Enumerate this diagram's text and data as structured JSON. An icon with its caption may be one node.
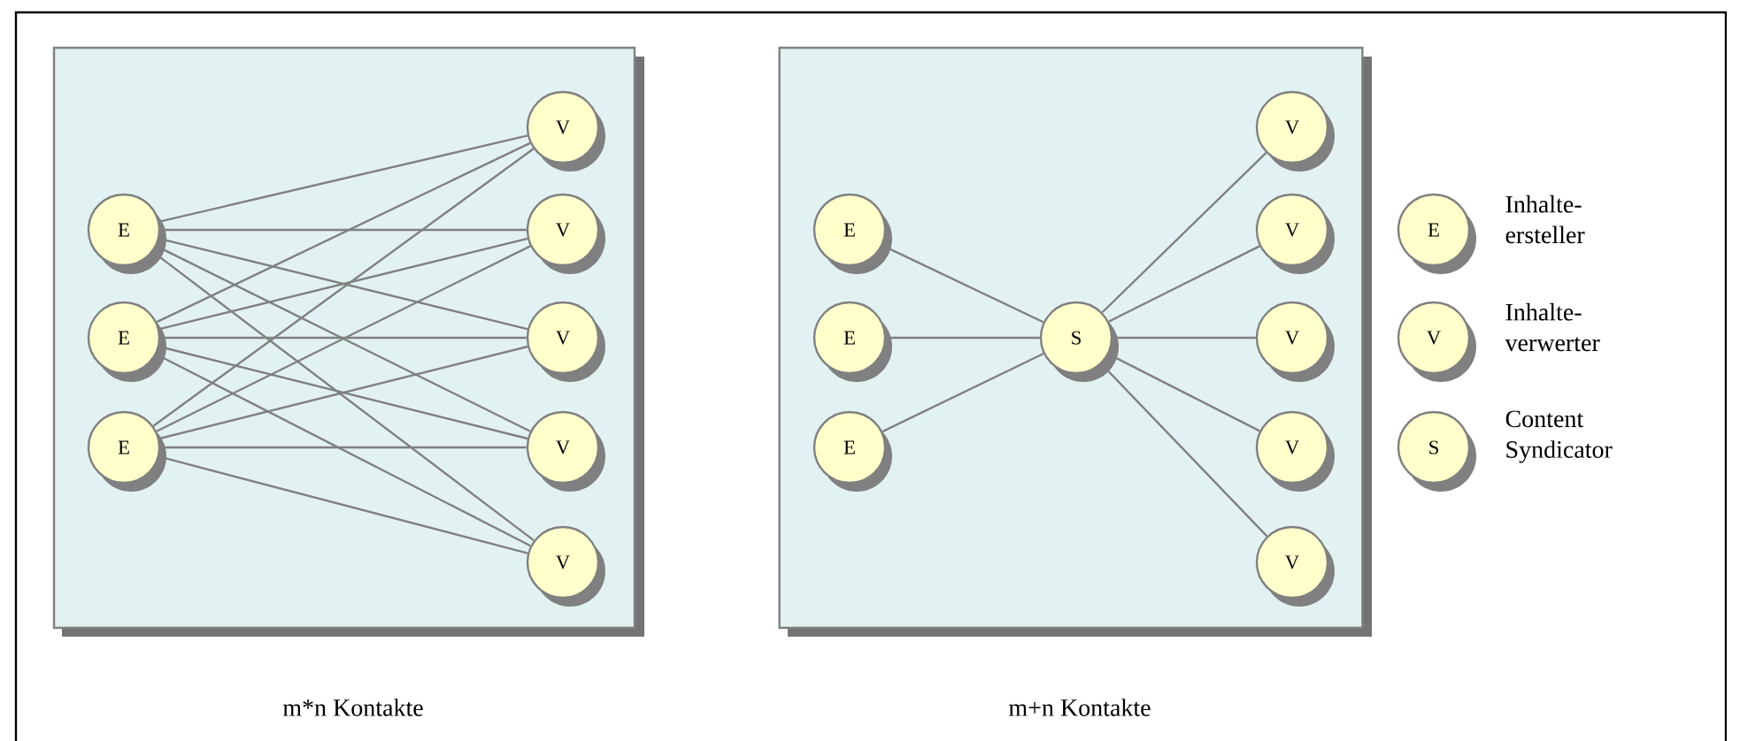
{
  "diagram": {
    "nodes": [
      {
        "text": [],
        "shape": "box",
        "beside": [
          "m*n Kontakte"
        ]
      },
      {
        "text": [
          "E"
        ],
        "in": 0
      },
      {
        "text": [
          "E"
        ],
        "in": 0
      },
      {
        "text": [
          "E"
        ],
        "in": 0
      },
      {
        "text": [
          "V"
        ],
        "in": 0
      },
      {
        "text": [
          "V"
        ],
        "in": 0
      },
      {
        "text": [
          "V"
        ],
        "in": 0
      },
      {
        "text": [
          "V"
        ],
        "in": 0
      },
      {
        "text": [
          "V"
        ],
        "in": 0
      },
      {
        "text": [],
        "shape": "box",
        "beside": [
          "m+n Kontakte"
        ]
      },
      {
        "text": [
          "E"
        ],
        "in": 9
      },
      {
        "text": [
          "E"
        ],
        "in": 9
      },
      {
        "text": [
          "E"
        ],
        "in": 9
      },
      {
        "text": [
          "S"
        ],
        "in": 9
      },
      {
        "text": [
          "V"
        ],
        "in": 9
      },
      {
        "text": [
          "V"
        ],
        "in": 9
      },
      {
        "text": [
          "V"
        ],
        "in": 9
      },
      {
        "text": [
          "V"
        ],
        "in": 9
      },
      {
        "text": [
          "V"
        ],
        "in": 9
      },
      {
        "text": [
          "E"
        ],
        "beside": [
          "Inhalte- ersteller"
        ]
      },
      {
        "text": [
          "V"
        ],
        "beside": [
          "Inhalte- verwerter"
        ]
      },
      {
        "text": [
          "S"
        ],
        "beside": [
          "Content Syndicator"
        ]
      }
    ],
    "edges": [
      {
        "from": 1,
        "to": 4,
        "arrow": "none"
      },
      {
        "from": 1,
        "to": 5,
        "arrow": "none"
      },
      {
        "from": 1,
        "to": 6,
        "arrow": "none"
      },
      {
        "from": 1,
        "to": 7,
        "arrow": "none"
      },
      {
        "from": 1,
        "to": 8,
        "arrow": "none"
      },
      {
        "from": 2,
        "to": 4,
        "arrow": "none"
      },
      {
        "from": 2,
        "to": 5,
        "arrow": "none"
      },
      {
        "from": 2,
        "to": 6,
        "arrow": "none"
      },
      {
        "from": 2,
        "to": 7,
        "arrow": "none"
      },
      {
        "from": 2,
        "to": 8,
        "arrow": "none"
      },
      {
        "from": 3,
        "to": 4,
        "arrow": "none"
      },
      {
        "from": 3,
        "to": 5,
        "arrow": "none"
      },
      {
        "from": 3,
        "to": 6,
        "arrow": "none"
      },
      {
        "from": 3,
        "to": 7,
        "arrow": "none"
      },
      {
        "from": 3,
        "to": 8,
        "arrow": "none"
      },
      {
        "from": 10,
        "to": 13,
        "arrow": "none"
      },
      {
        "from": 11,
        "to": 13,
        "arrow": "none"
      },
      {
        "from": 12,
        "to": 13,
        "arrow": "none"
      },
      {
        "from": 13,
        "to": 14,
        "arrow": "none"
      },
      {
        "from": 13,
        "to": 15,
        "arrow": "none"
      },
      {
        "from": 13,
        "to": 16,
        "arrow": "none"
      },
      {
        "from": 13,
        "to": 17,
        "arrow": "none"
      },
      {
        "from": 13,
        "to": 18,
        "arrow": "none"
      }
    ]
  }
}
